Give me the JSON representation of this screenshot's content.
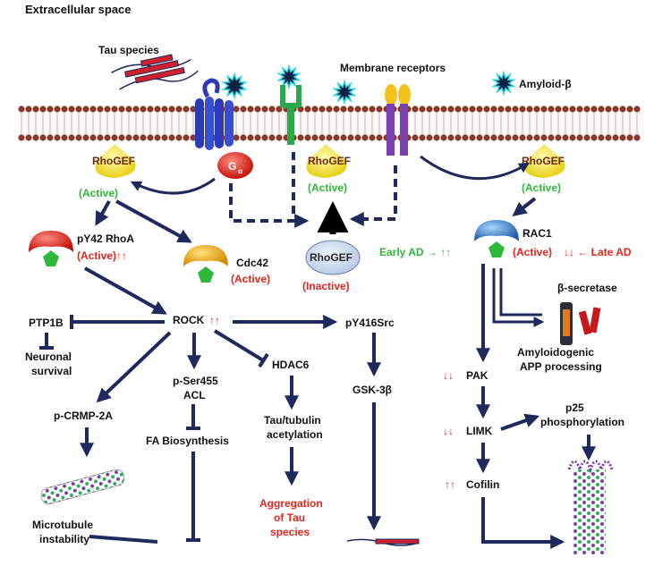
{
  "header": {
    "title": "Extracellular space"
  },
  "labels": {
    "tau_species": "Tau species",
    "membrane_receptors": "Membrane receptors",
    "amyloid_beta": "Amyloid-β",
    "rhogef": "RhoGEF",
    "g_alpha": "G",
    "g_alpha_sub": "α",
    "active": "(Active)",
    "inactive": "(Inactive)",
    "py42_rhoa": "pY42 RhoA",
    "active_up": "(Active)↑↑",
    "cdc42": "Cdc42",
    "rac1": "RAC1",
    "early_ad": "Early AD → ↑↑",
    "late_ad": "↓↓ ← Late AD",
    "rock": "ROCK",
    "up_arrows": "↑↑",
    "down_arrows": "↓↓",
    "ptp1b": "PTP1B",
    "neuronal_survival_1": "Neuronal",
    "neuronal_survival_2": "survival",
    "pser455_1": "p-Ser455",
    "pser455_2": "ACL",
    "hdac6": "HDAC6",
    "py416src": "pY416Src",
    "gsk3b": "GSK-3β",
    "pcrmp2a": "p-CRMP-2A",
    "fa_biosynthesis": "FA Biosynthesis",
    "tau_tubulin_1": "Tau/tubulin",
    "tau_tubulin_2": "acetylation",
    "aggregation_1": "Aggregation",
    "aggregation_2": "of Tau",
    "aggregation_3": "species",
    "microtubule_1": "Microtubule",
    "microtubule_2": "instability",
    "beta_secretase": "β-secretase",
    "amyloidogenic_1": "Amyloidogenic",
    "amyloidogenic_2": "APP processing",
    "pak": "PAK",
    "limk": "LIMK",
    "cofilin": "Cofilin",
    "p25_1": "p25",
    "p25_2": "phosphorylation"
  },
  "colors": {
    "arrow": "#1f2a5c",
    "active_green": "#2fb83a",
    "highlight_red": "#e8231c",
    "rhogef_yellow": "#f3e32a",
    "membrane_head": "#8b3a2a",
    "receptor_blue": "#2b3bb8",
    "receptor_green": "#2aa84a",
    "receptor_purple": "#7a3fb0",
    "receptor_yellow": "#f2c21b"
  },
  "icons": [
    "amyloid-beta-star-icon",
    "tau-fibril-icon",
    "microtubule-icon",
    "beta-secretase-icon",
    "gtpase-icon"
  ]
}
